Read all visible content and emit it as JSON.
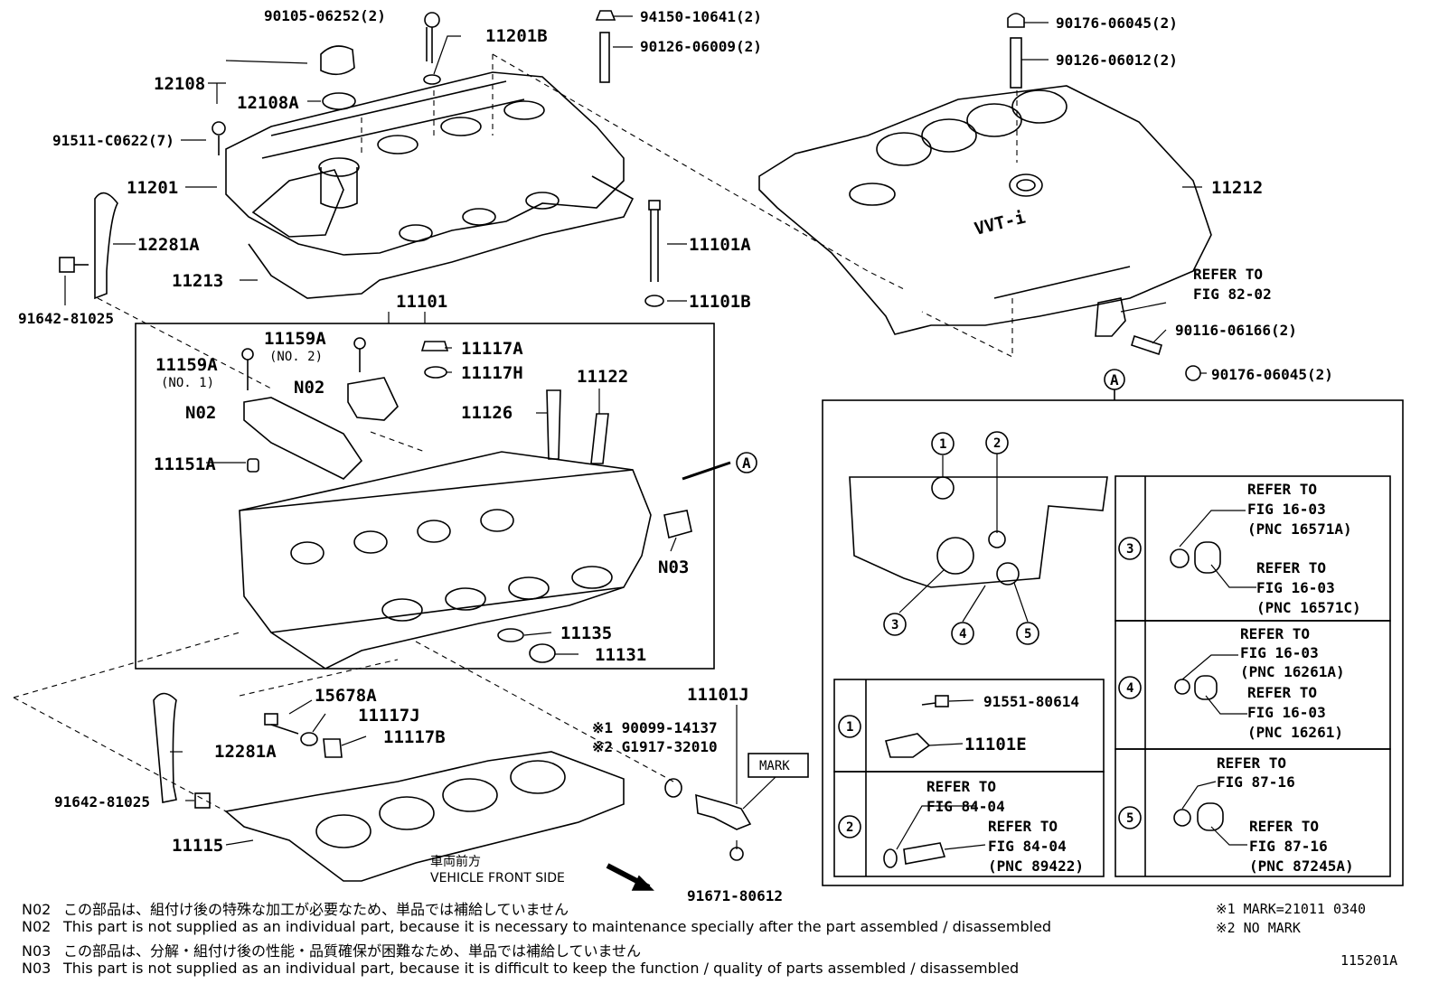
{
  "labels": {
    "p90105": "90105-06252(2)",
    "p11201B": "11201B",
    "p94150": "94150-10641(2)",
    "p90126_09": "90126-06009(2)",
    "p90176_top": "90176-06045(2)",
    "p90126_12": "90126-06012(2)",
    "p12108": "12108",
    "p12108A": "12108A",
    "p91511": "91511-C0622(7)",
    "p11201": "11201",
    "p12281A_top": "12281A",
    "p11213": "11213",
    "p91642_top": "91642-81025",
    "p11101A": "11101A",
    "p11101B": "11101B",
    "p11101": "11101",
    "p11212": "11212",
    "refer_82_a": "REFER TO",
    "refer_82_b": "FIG 82-02",
    "p90116": "90116-06166(2)",
    "p90176_bot": "90176-06045(2)",
    "p11159A_1": "11159A",
    "p11159A_1_sub": "(NO. 1)",
    "p11159A_2": "11159A",
    "p11159A_2_sub": "(NO. 2)",
    "p11117A": "11117A",
    "p11117H": "11117H",
    "pN02_a": "N02",
    "pN02_b": "N02",
    "p11122": "11122",
    "p11126": "11126",
    "p11151A": "11151A",
    "pA": "A",
    "pN03": "N03",
    "p11135": "11135",
    "p11131": "11131",
    "p15678A": "15678A",
    "p11117J": "11117J",
    "p11117B": "11117B",
    "p12281A_bot": "12281A",
    "p91642_bot": "91642-81025",
    "p11115": "11115",
    "p11101J": "11101J",
    "p90099": "※1 90099-14137",
    "pG1917": "※2 G1917-32010",
    "mark": "MARK",
    "p91671": "91671-80612",
    "front_jp": "車両前方",
    "front_en": "VEHICLE FRONT SIDE",
    "vvti": "VVT-i"
  },
  "detail": {
    "title": "A",
    "c1": "1",
    "c2": "2",
    "c3": "3",
    "c4": "4",
    "c5": "5",
    "p91551": "91551-80614",
    "p11101E": "11101E",
    "b2_refer1": "REFER TO",
    "b2_fig1": "FIG 84-04",
    "b2_refer2": "REFER TO",
    "b2_fig2": "FIG 84-04",
    "b2_pnc": "(PNC 89422)",
    "b3_refer1": "REFER TO",
    "b3_fig1": "FIG 16-03",
    "b3_pnc1": "(PNC 16571A)",
    "b3_refer2": "REFER TO",
    "b3_fig2": "FIG 16-03",
    "b3_pnc2": "(PNC 16571C)",
    "b4_refer1": "REFER TO",
    "b4_fig1": "FIG 16-03",
    "b4_pnc1": "(PNC 16261A)",
    "b4_refer2": "REFER TO",
    "b4_fig2": "FIG 16-03",
    "b4_pnc2": "(PNC 16261)",
    "b5_refer1": "REFER TO",
    "b5_fig1": "FIG 87-16",
    "b5_refer2": "REFER TO",
    "b5_fig2": "FIG 87-16",
    "b5_pnc2": "(PNC 87245A)"
  },
  "notes": [
    {
      "code": "N02",
      "text": "この部品は、組付け後の特殊な加工が必要なため、単品では補給していません"
    },
    {
      "code": "N02",
      "text": "This part is not supplied as an individual part, because it is necessary to maintenance specially after the part assembled / disassembled"
    },
    {
      "code": "N03",
      "text": "この部品は、分解・組付け後の性能・品質確保が困難なため、単品では補給していません"
    },
    {
      "code": "N03",
      "text": "This part is not supplied as an individual part, because it is difficult to keep the function / quality of parts  assembled / disassembled"
    }
  ],
  "mark_notes": {
    "m1": "※1  MARK=21011  0340",
    "m2": "※2  NO MARK"
  },
  "figure_id": "115201A"
}
